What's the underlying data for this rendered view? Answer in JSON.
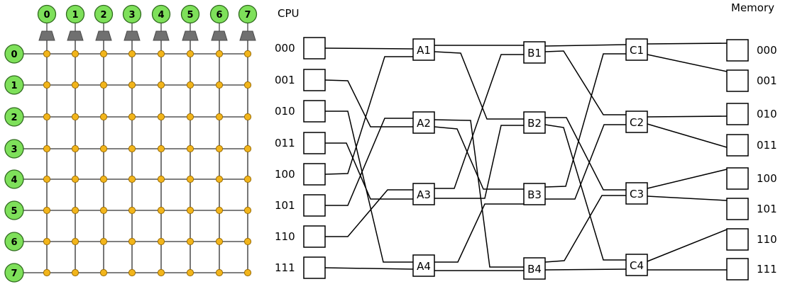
{
  "crossbar": {
    "columns": [
      "0",
      "1",
      "2",
      "3",
      "4",
      "5",
      "6",
      "7"
    ],
    "rows": [
      "0",
      "1",
      "2",
      "3",
      "4",
      "5",
      "6",
      "7"
    ],
    "node_color": "#7EE05A",
    "junction_color": "#F2B51B",
    "grid_color": "#555555",
    "funnel_color": "#707070"
  },
  "network": {
    "cpu_label": "CPU",
    "memory_label": "Memory",
    "cpu_ports": [
      "000",
      "001",
      "010",
      "011",
      "100",
      "101",
      "110",
      "111"
    ],
    "memory_ports": [
      "000",
      "001",
      "010",
      "011",
      "100",
      "101",
      "110",
      "111"
    ],
    "stage_a": [
      "A1",
      "A2",
      "A3",
      "A4"
    ],
    "stage_b": [
      "B1",
      "B2",
      "B3",
      "B4"
    ],
    "stage_c": [
      "C1",
      "C2",
      "C3",
      "C4"
    ]
  }
}
